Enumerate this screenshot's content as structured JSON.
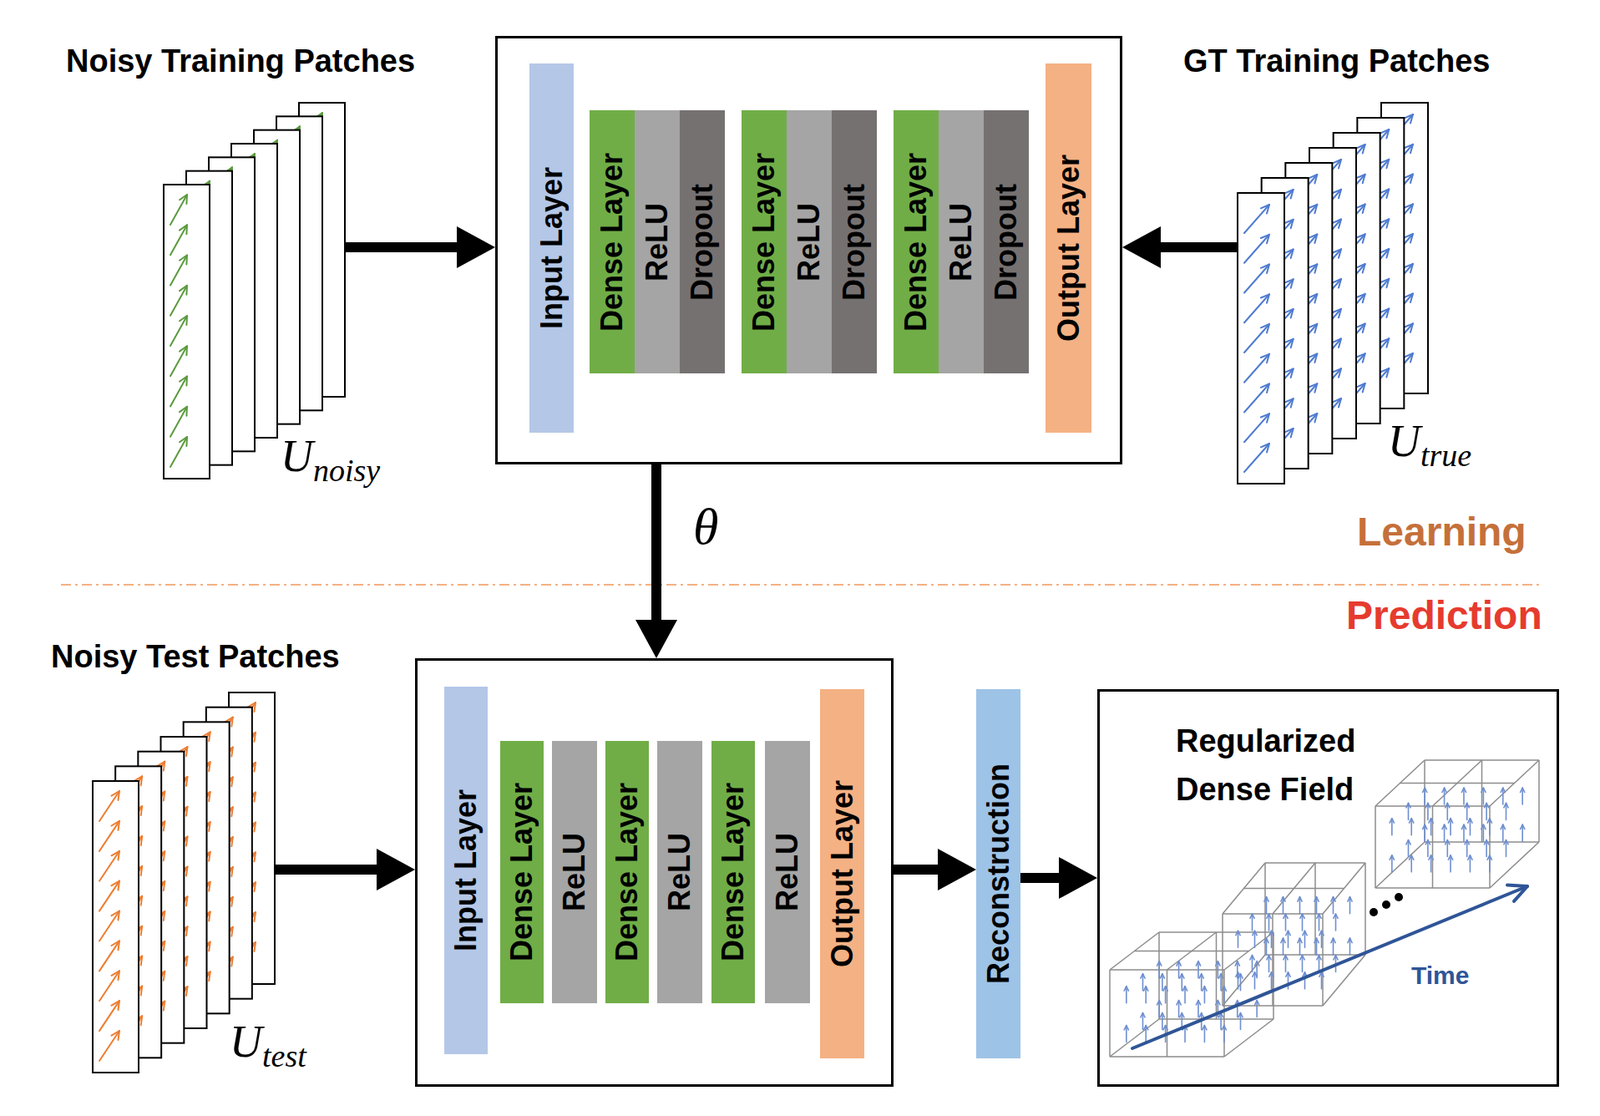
{
  "diagram": {
    "nodes": [
      {
        "text": [
          "Noisy Training Patches",
          "U",
          "noisy"
        ]
      },
      {
        "text": []
      },
      {
        "text": [
          "Input Layer"
        ],
        "in": 1
      },
      {
        "text": [
          "Dense Layer"
        ],
        "in": 1
      },
      {
        "text": [
          "ReLU"
        ],
        "in": 1
      },
      {
        "text": [
          "Dropout"
        ],
        "in": 1
      },
      {
        "text": [
          "Dense Layer"
        ],
        "in": 1
      },
      {
        "text": [
          "ReLU"
        ],
        "in": 1
      },
      {
        "text": [
          "Dropout"
        ],
        "in": 1
      },
      {
        "text": [
          "Dense Layer"
        ],
        "in": 1
      },
      {
        "text": [
          "ReLU"
        ],
        "in": 1
      },
      {
        "text": [
          "Dropout"
        ],
        "in": 1
      },
      {
        "text": [
          "Output Layer"
        ],
        "in": 1
      },
      {
        "text": [
          "GT Training Patches",
          "U",
          "true"
        ]
      },
      {
        "text": [
          "Noisy Test Patches",
          "U",
          "test"
        ]
      },
      {
        "text": []
      },
      {
        "text": [
          "Input Layer"
        ],
        "in": 15
      },
      {
        "text": [
          "Dense Layer"
        ],
        "in": 15
      },
      {
        "text": [
          "ReLU"
        ],
        "in": 15
      },
      {
        "text": [
          "Dense Layer"
        ],
        "in": 15
      },
      {
        "text": [
          "ReLU"
        ],
        "in": 15
      },
      {
        "text": [
          "Dense Layer"
        ],
        "in": 15
      },
      {
        "text": [
          "ReLU"
        ],
        "in": 15
      },
      {
        "text": [
          "Output Layer"
        ],
        "in": 15
      },
      {
        "text": [
          "Reconstruction"
        ]
      },
      {
        "text": [
          "Regularized Dense Field"
        ]
      }
    ],
    "edges": [
      {
        "from": 0,
        "to": 1,
        "arrow": "to"
      },
      {
        "from": 13,
        "to": 1,
        "arrow": "to"
      },
      {
        "from": 1,
        "to": 15,
        "arrow": "to",
        "label": "θ"
      },
      {
        "from": 14,
        "to": 15,
        "arrow": "to"
      },
      {
        "from": 15,
        "to": 24,
        "arrow": "to"
      },
      {
        "from": 24,
        "to": 25,
        "arrow": "to"
      }
    ],
    "labels": [
      "Learning",
      "Prediction",
      "Time"
    ]
  }
}
